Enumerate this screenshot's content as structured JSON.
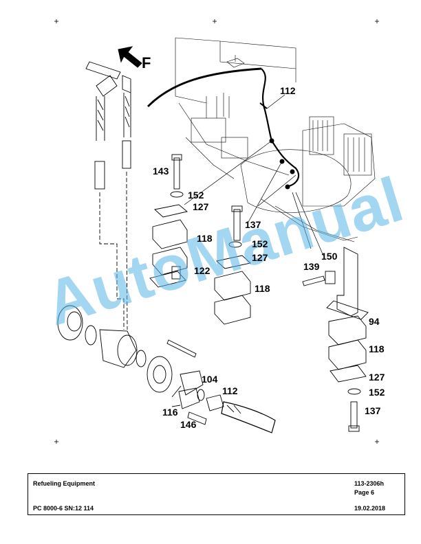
{
  "figure": {
    "direction_label": "F",
    "callouts": {
      "c112a": "112",
      "c143": "143",
      "c152a": "152",
      "c127a": "127",
      "c137a": "137",
      "c152b": "152",
      "c118a": "118",
      "c127b": "127",
      "c150": "150",
      "c139": "139",
      "c122": "122",
      "c118b": "118",
      "c94": "94",
      "c118c": "118",
      "c104": "104",
      "c112b": "112",
      "c127c": "127",
      "c152c": "152",
      "c116": "116",
      "c137b": "137",
      "c146": "146"
    },
    "watermark": "AutoManual",
    "colors": {
      "watermark": "#58b6e6",
      "line": "#000000"
    }
  },
  "footer": {
    "title": "Refueling Equipment",
    "doc_number": "113-2306h",
    "page": "Page 6",
    "model": "PC 8000-6 SN:12 114",
    "date": "19.02.2018"
  }
}
